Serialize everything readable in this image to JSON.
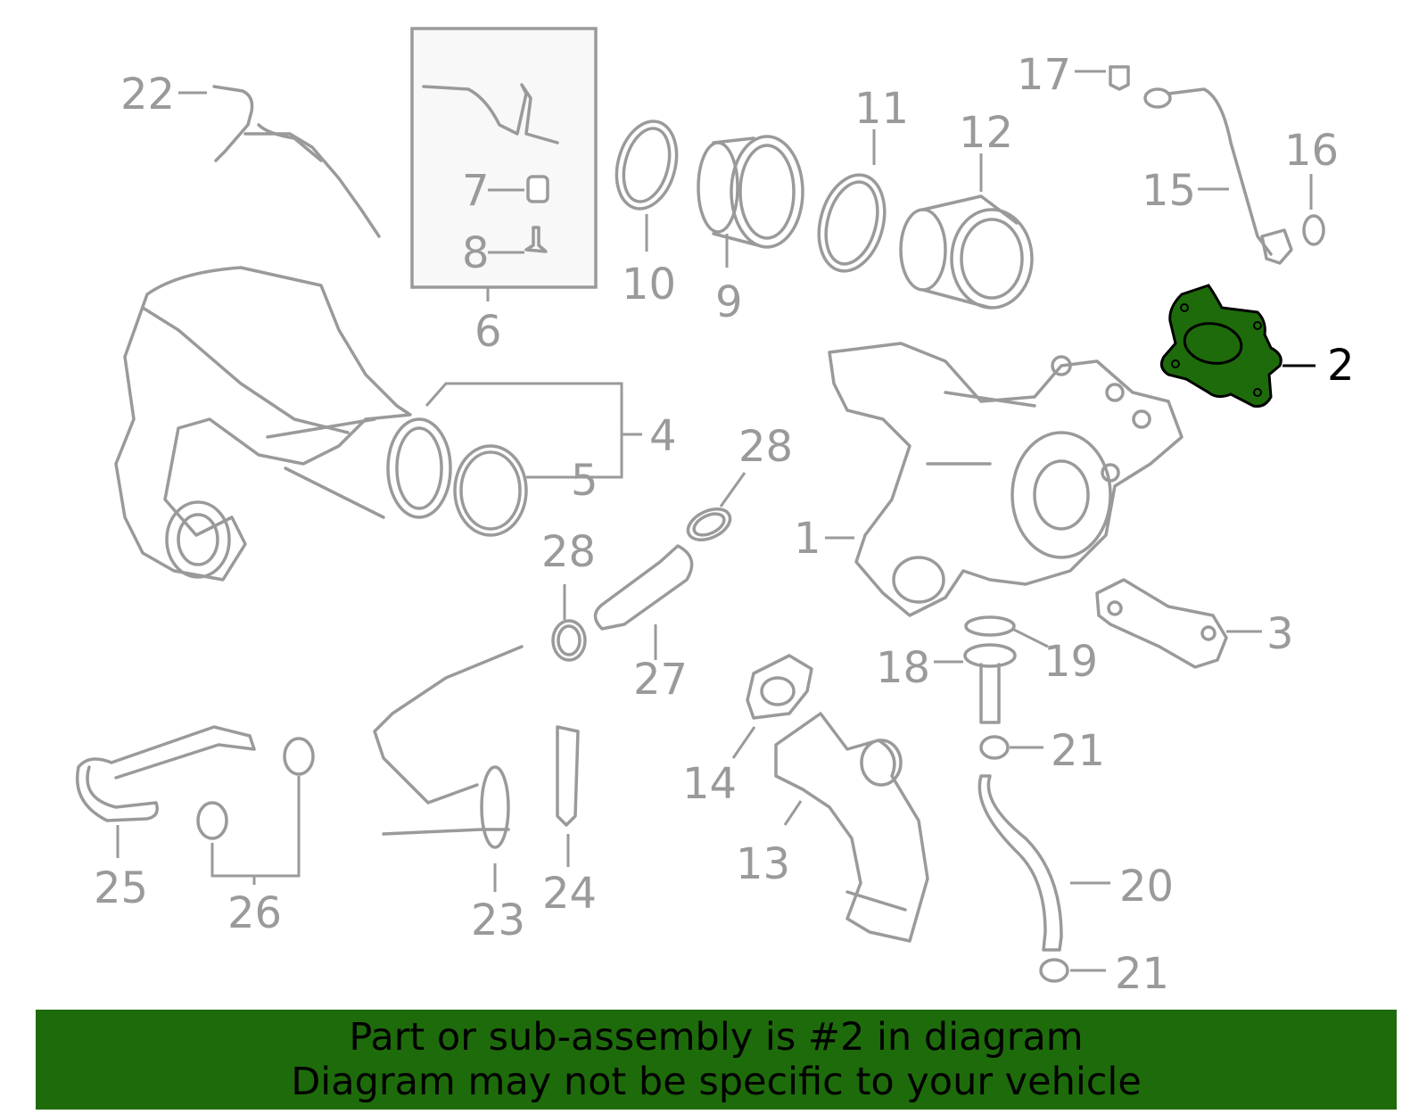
{
  "highlight_color": "#1e6b0b",
  "banner": {
    "line1": "Part or sub-assembly is #2 in diagram",
    "line2": "Diagram may not be specific to your vehicle",
    "background": "#1e6b0b"
  },
  "callouts": {
    "c1": "1",
    "c2": "2",
    "c3": "3",
    "c4": "4",
    "c5": "5",
    "c6": "6",
    "c7": "7",
    "c8": "8",
    "c9": "9",
    "c10": "10",
    "c11": "11",
    "c12": "12",
    "c13": "13",
    "c14": "14",
    "c15": "15",
    "c16": "16",
    "c17": "17",
    "c18": "18",
    "c19": "19",
    "c20": "20",
    "c21a": "21",
    "c21b": "21",
    "c22": "22",
    "c23": "23",
    "c24": "24",
    "c25": "25",
    "c26": "26",
    "c27": "27",
    "c28a": "28",
    "c28b": "28"
  }
}
